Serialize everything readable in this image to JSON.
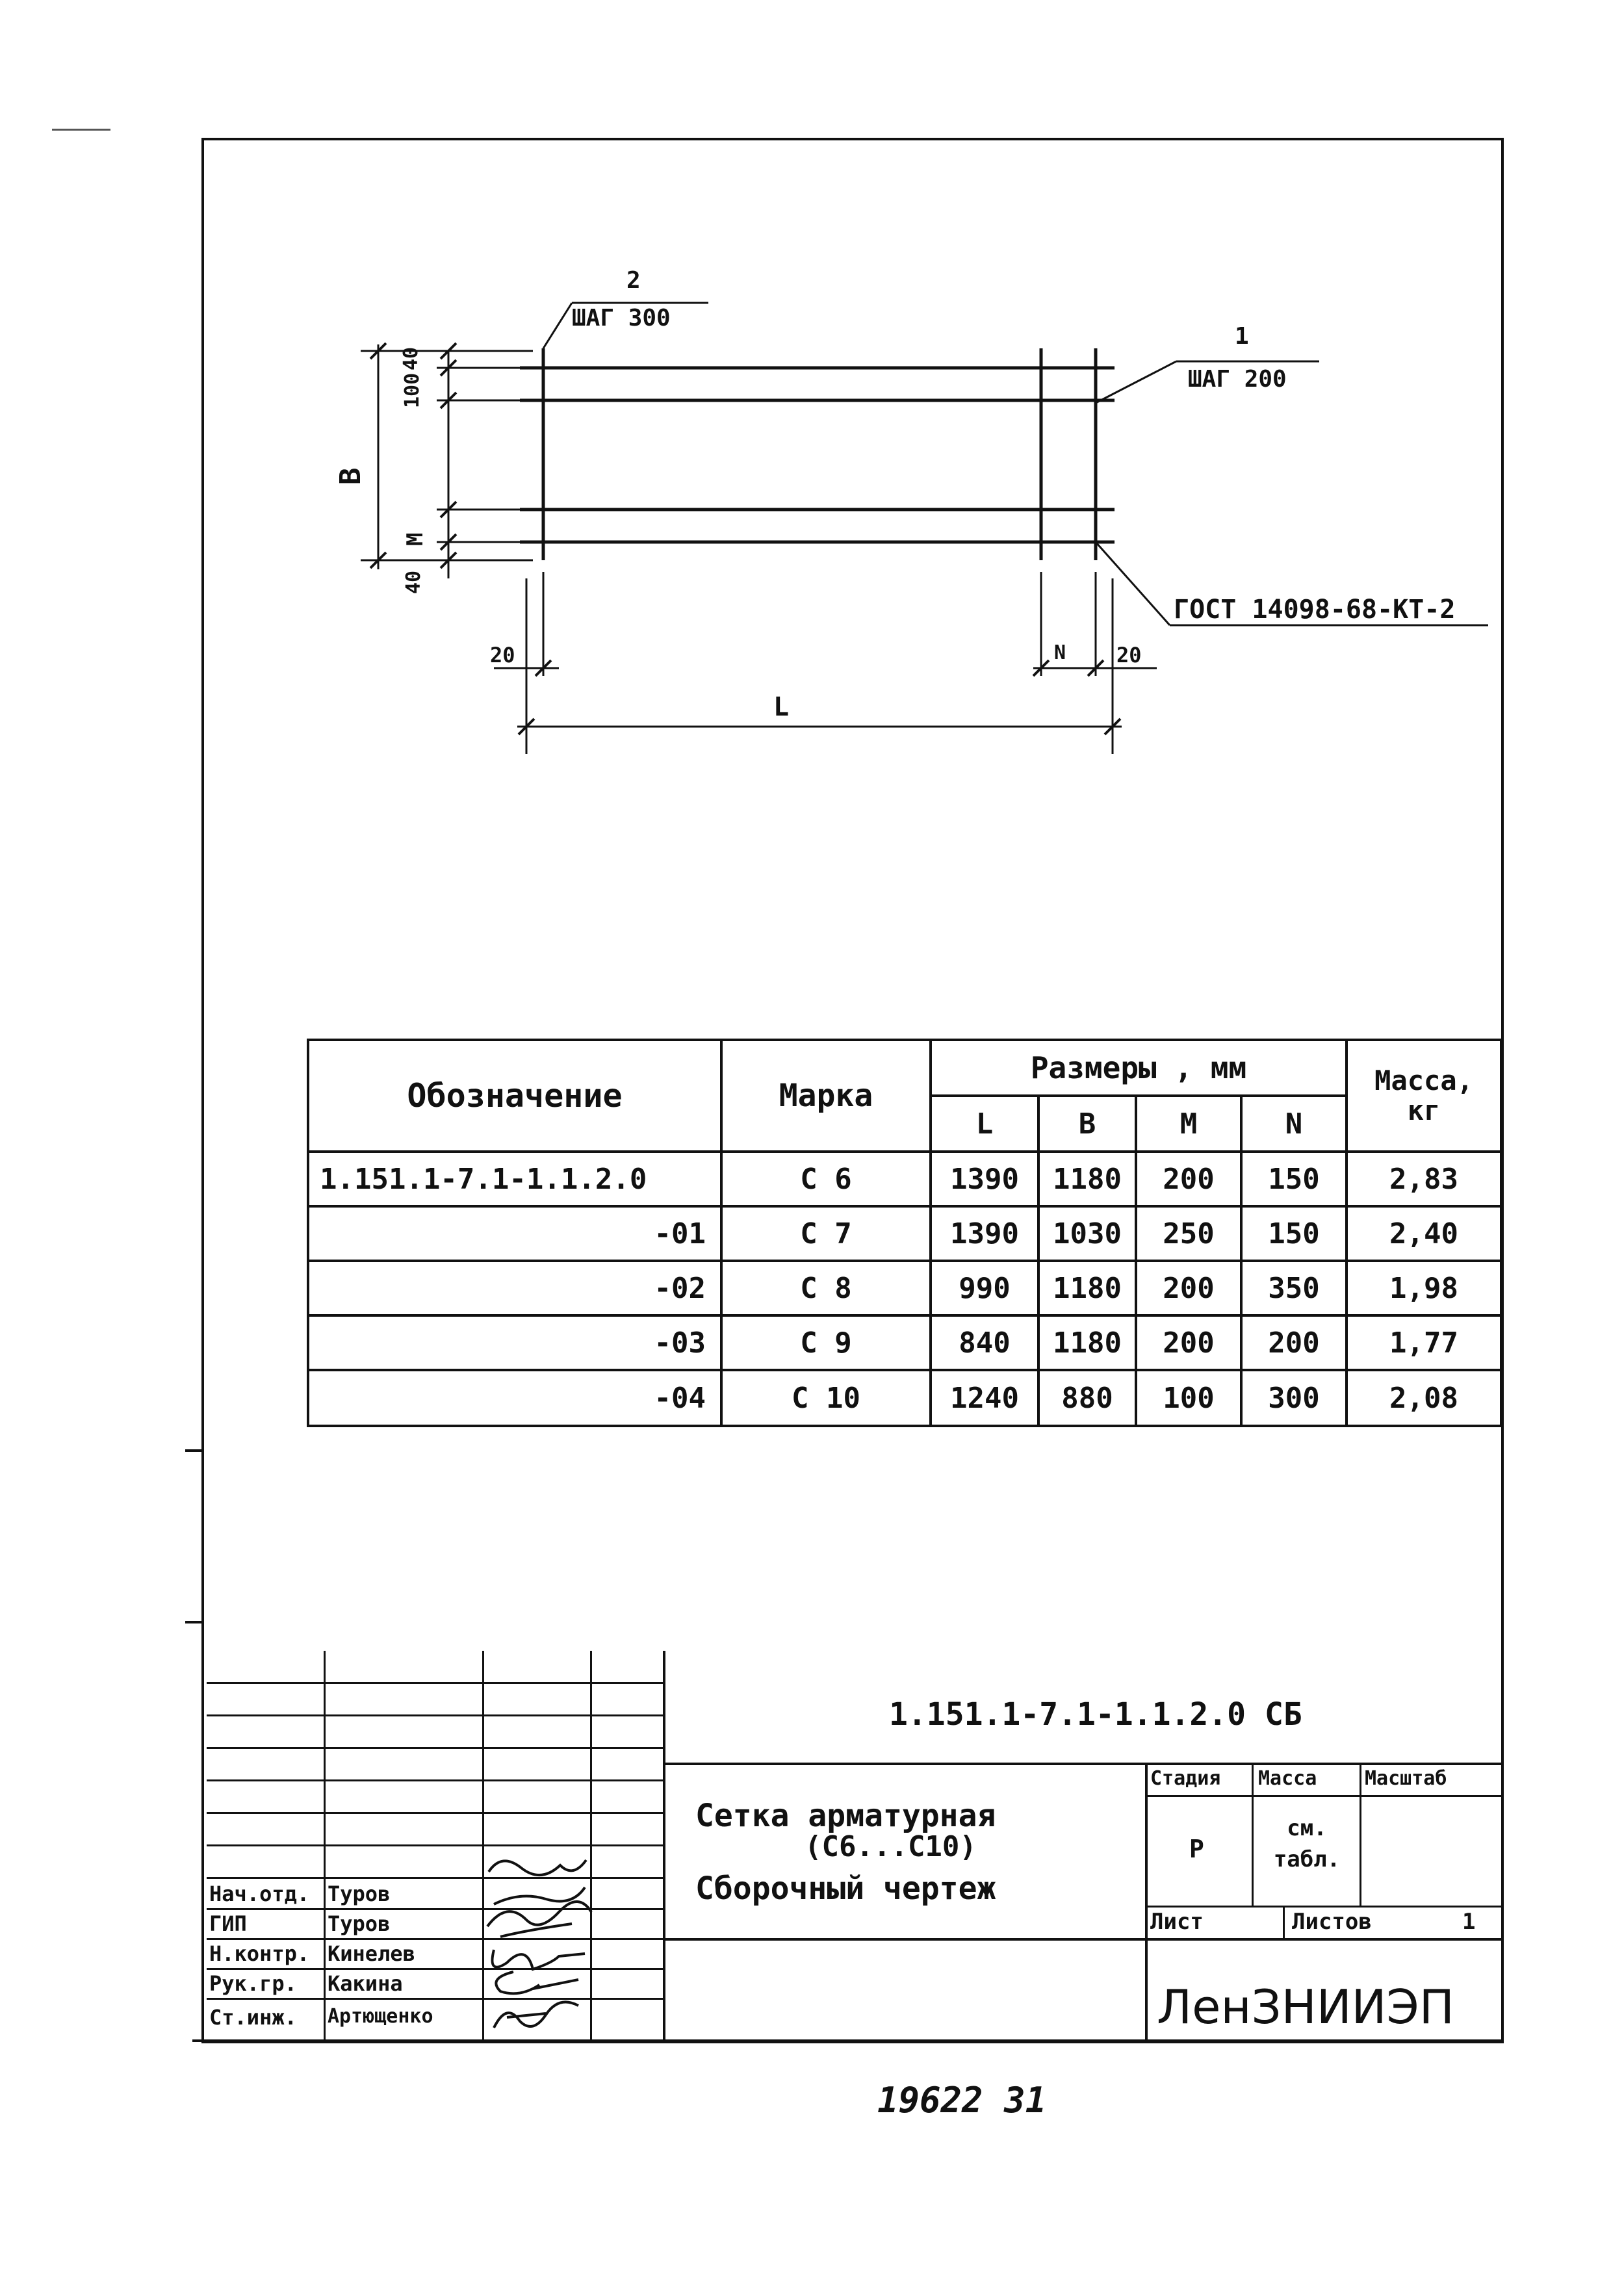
{
  "drawing": {
    "callout_2": {
      "number": "2",
      "pitch": "ШАГ 300"
    },
    "callout_1": {
      "number": "1",
      "pitch": "ШАГ 200"
    },
    "gost": "ГОСТ 14098-68-КТ-2",
    "dim_40_top": "40",
    "dim_100": "100",
    "dim_B": "В",
    "dim_M": "М",
    "dim_40_bottom": "40",
    "dim_20_left": "20",
    "dim_N": "N",
    "dim_20_right": "20",
    "dim_L": "L"
  },
  "spec_table": {
    "headers": {
      "designation": "Обозначение",
      "mark": "Марка",
      "sizes": "Размеры , мм",
      "L": "L",
      "B": "В",
      "M": "М",
      "N": "N",
      "mass": "Масса, кг"
    },
    "rows": [
      {
        "designation": "1.151.1-7.1-1.1.2.0",
        "mark": "С 6",
        "L": "1390",
        "B": "1180",
        "M": "200",
        "N": "150",
        "mass": "2,83"
      },
      {
        "designation": "-01",
        "mark": "С 7",
        "L": "1390",
        "B": "1030",
        "M": "250",
        "N": "150",
        "mass": "2,40"
      },
      {
        "designation": "-02",
        "mark": "С 8",
        "L": "990",
        "B": "1180",
        "M": "200",
        "N": "350",
        "mass": "1,98"
      },
      {
        "designation": "-03",
        "mark": "С 9",
        "L": "840",
        "B": "1180",
        "M": "200",
        "N": "200",
        "mass": "1,77"
      },
      {
        "designation": "-04",
        "mark": "С 10",
        "L": "1240",
        "B": "880",
        "M": "100",
        "N": "300",
        "mass": "2,08"
      }
    ]
  },
  "title_block": {
    "code": "1.151.1-7.1-1.1.2.0  СБ",
    "title_line1": "Сетка арматурная",
    "title_line2": "(С6...С10)",
    "title_line3": "Сборочный чертеж",
    "stage_label": "Стадия",
    "mass_label": "Масса",
    "scale_label": "Масштаб",
    "stage_value": "Р",
    "mass_value": "см. табл.",
    "sheet_label": "Лист",
    "sheets_label": "Листов",
    "sheets_value": "1",
    "org": "ЛенЗНИИЭП",
    "people": [
      {
        "role": "Нач.отд.",
        "name": "Туров"
      },
      {
        "role": "ГИП",
        "name": "Туров"
      },
      {
        "role": "Н.контр.",
        "name": "Кинелев"
      },
      {
        "role": "Рук.гр.",
        "name": "Какина"
      },
      {
        "role": "Ст.инж.",
        "name": "Артющенко"
      }
    ]
  },
  "footer_number": "19622  31"
}
